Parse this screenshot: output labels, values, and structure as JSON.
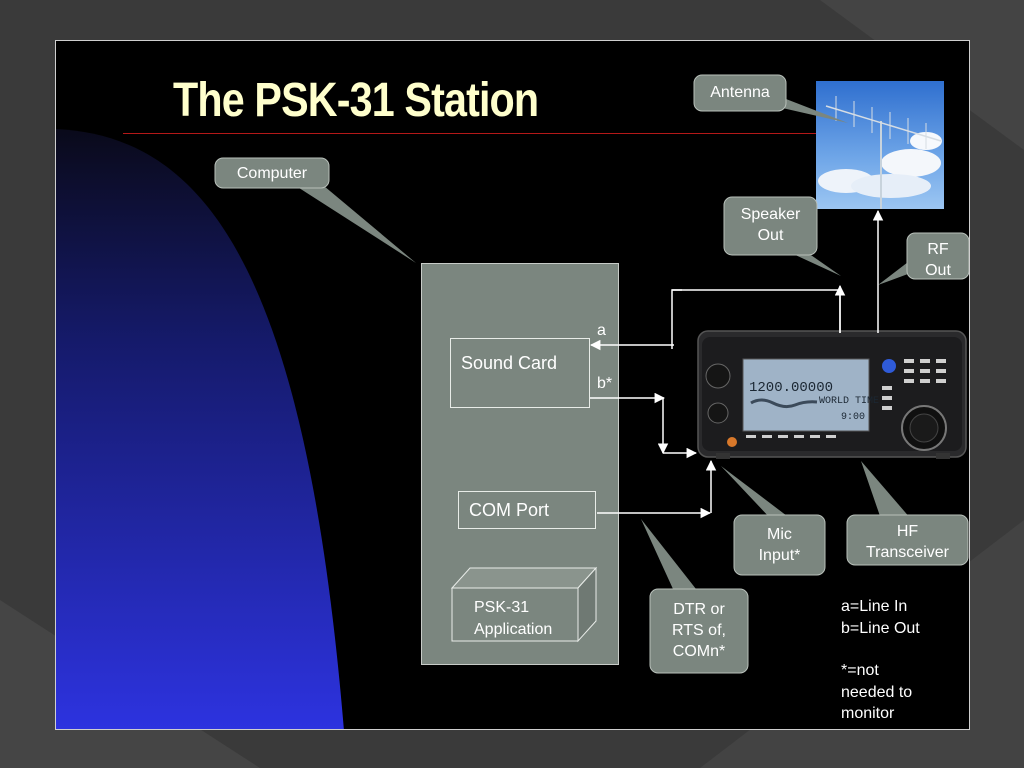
{
  "slide": {
    "title": "The PSK-31 Station"
  },
  "callouts": {
    "antenna": "Antenna",
    "computer": "Computer",
    "speaker_out_1": "Speaker",
    "speaker_out_2": "Out",
    "rf_out_1": "RF",
    "rf_out_2": "Out",
    "mic_input_1": "Mic",
    "mic_input_2": "Input*",
    "hf_transceiver_1": "HF",
    "hf_transceiver_2": "Transceiver",
    "dtr_rts_1": "DTR or",
    "dtr_rts_2": "RTS of,",
    "dtr_rts_3": "COMn*"
  },
  "computer": {
    "sound_card": "Sound Card",
    "com_port": "COM Port",
    "app_line_1": "PSK-31",
    "app_line_2": "Application"
  },
  "connections": {
    "a": "a",
    "b": "b*"
  },
  "radio_display": {
    "frequency": "1200.00000",
    "world_time": "WORLD TIME",
    "clock": "9:00"
  },
  "legend": {
    "line_1": "a=Line In",
    "line_2": "b=Line Out",
    "line_3": "*=not",
    "line_4": "needed to",
    "line_5": "monitor"
  },
  "colors": {
    "callout_fill": "#7b867f",
    "title": "#ffffcc",
    "rule": "#b41818"
  }
}
